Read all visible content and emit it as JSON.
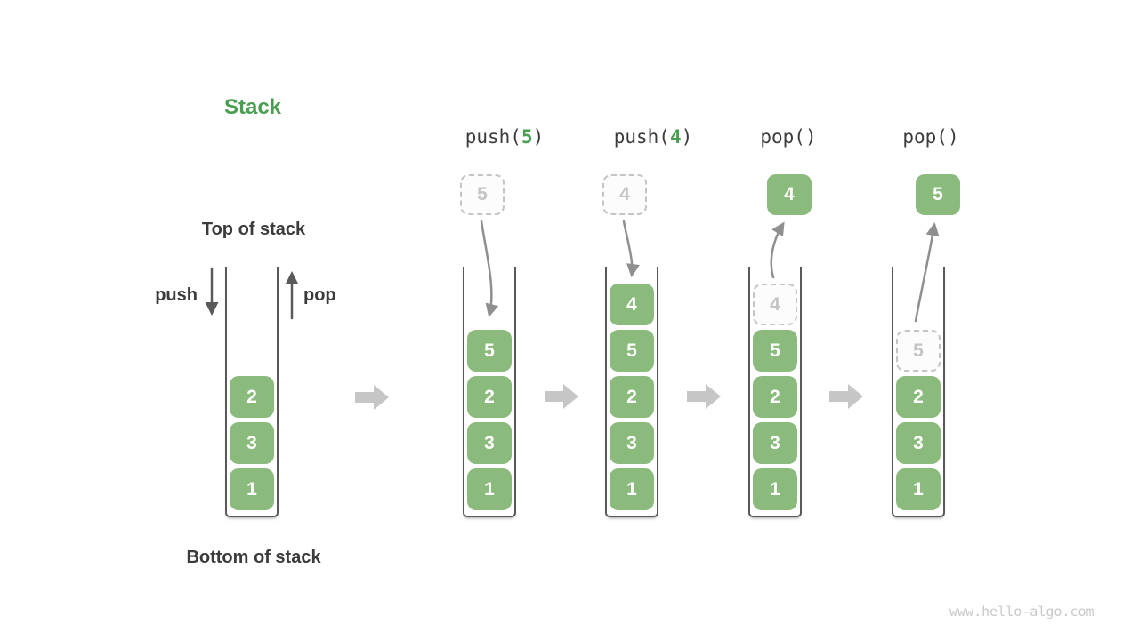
{
  "title": "Stack",
  "labels": {
    "top": "Top of stack",
    "bottom": "Bottom of stack",
    "push": "push",
    "pop": "pop"
  },
  "operations": [
    {
      "call": "push(5)",
      "before": "push(",
      "arg": "5",
      "after": ")"
    },
    {
      "call": "push(4)",
      "before": "push(",
      "arg": "4",
      "after": ")"
    },
    {
      "call": "pop()",
      "before": "pop(",
      "arg": "",
      "after": ")"
    },
    {
      "call": "pop()",
      "before": "pop(",
      "arg": "",
      "after": ")"
    }
  ],
  "floats": [
    {
      "value": "5",
      "type": "ghost"
    },
    {
      "value": "4",
      "type": "ghost"
    },
    {
      "value": "4",
      "type": "green"
    },
    {
      "value": "5",
      "type": "green"
    }
  ],
  "stacks": [
    {
      "blocks": [
        {
          "value": "1",
          "type": "green"
        },
        {
          "value": "3",
          "type": "green"
        },
        {
          "value": "2",
          "type": "green"
        }
      ]
    },
    {
      "blocks": [
        {
          "value": "1",
          "type": "green"
        },
        {
          "value": "3",
          "type": "green"
        },
        {
          "value": "2",
          "type": "green"
        },
        {
          "value": "5",
          "type": "green"
        }
      ]
    },
    {
      "blocks": [
        {
          "value": "1",
          "type": "green"
        },
        {
          "value": "3",
          "type": "green"
        },
        {
          "value": "2",
          "type": "green"
        },
        {
          "value": "5",
          "type": "green"
        },
        {
          "value": "4",
          "type": "green"
        }
      ]
    },
    {
      "blocks": [
        {
          "value": "1",
          "type": "green"
        },
        {
          "value": "3",
          "type": "green"
        },
        {
          "value": "2",
          "type": "green"
        },
        {
          "value": "5",
          "type": "green"
        },
        {
          "value": "4",
          "type": "ghost"
        }
      ]
    },
    {
      "blocks": [
        {
          "value": "1",
          "type": "green"
        },
        {
          "value": "3",
          "type": "green"
        },
        {
          "value": "2",
          "type": "green"
        },
        {
          "value": "5",
          "type": "ghost"
        }
      ]
    }
  ],
  "watermark": "www.hello-algo.com",
  "colors": {
    "green": "#8abb7c",
    "title_green": "#4a9e52",
    "ghost": "#c4c4c4",
    "arrow": "#8f8f8f",
    "big_arrow": "#c6c6c6",
    "text_dark": "#3b3b3b"
  }
}
